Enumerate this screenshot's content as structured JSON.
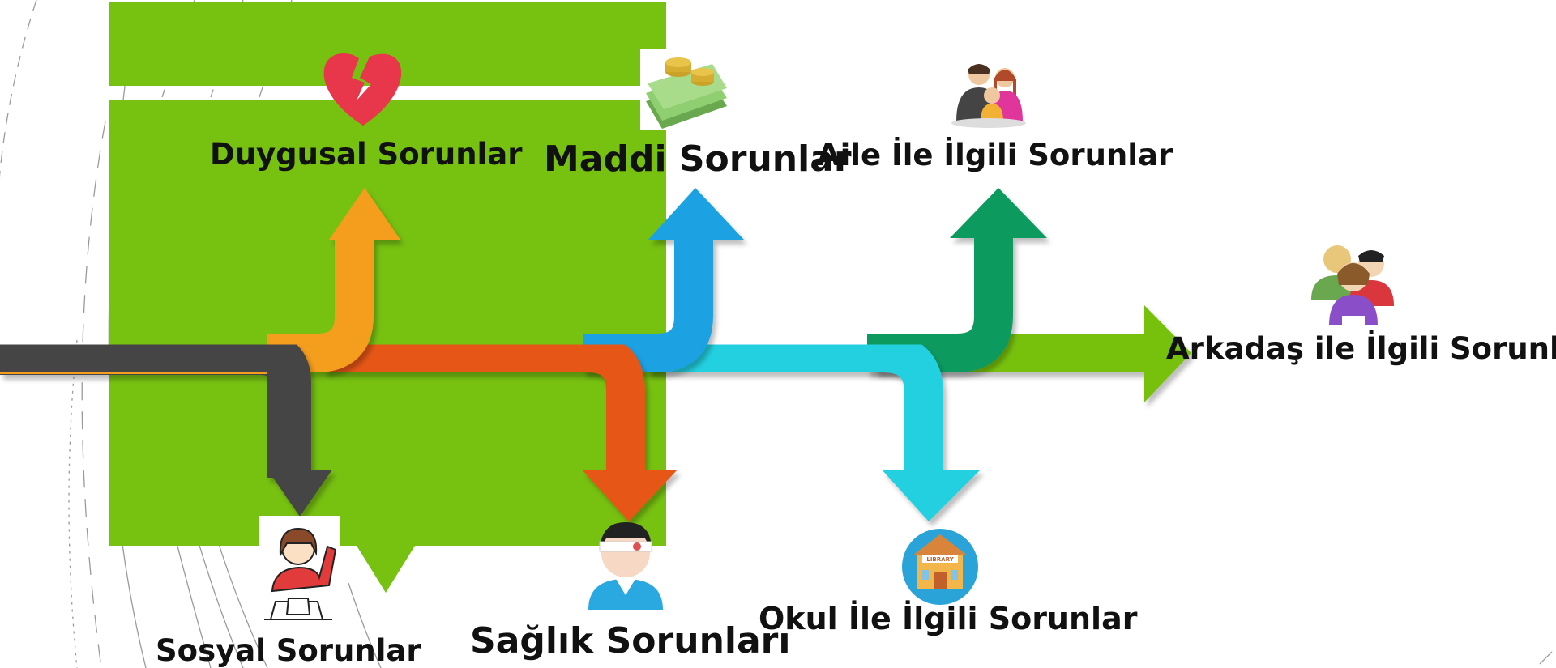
{
  "slide": {
    "colors": {
      "green_panel": "#77c111",
      "main_road": "#444444",
      "orange": "#f59d1d",
      "red_orange": "#e65712",
      "blue": "#1ba1e2",
      "cyan": "#22d0e0",
      "dark_green": "#119a5e",
      "light_green": "#77c111"
    },
    "branches": {
      "duygusal": "Duygusal Sorunlar",
      "maddi": "Maddi Sorunlar",
      "aile": "Aile İle İlgili Sorunlar",
      "arkadas": "Arkadaş ile İlgili Sorunlar",
      "sosyal": "Sosyal Sorunlar",
      "saglik": "Sağlık Sorunları",
      "okul": "Okul İle İlgili Sorunlar"
    },
    "icons": {
      "duygusal": "broken-heart-icon",
      "maddi": "money-icon",
      "aile": "family-icon",
      "arkadas": "friends-icon",
      "sosyal": "student-raising-hand-icon",
      "saglik": "injured-person-icon",
      "okul": "library-building-icon"
    },
    "library_sign": "LIBRARY"
  }
}
